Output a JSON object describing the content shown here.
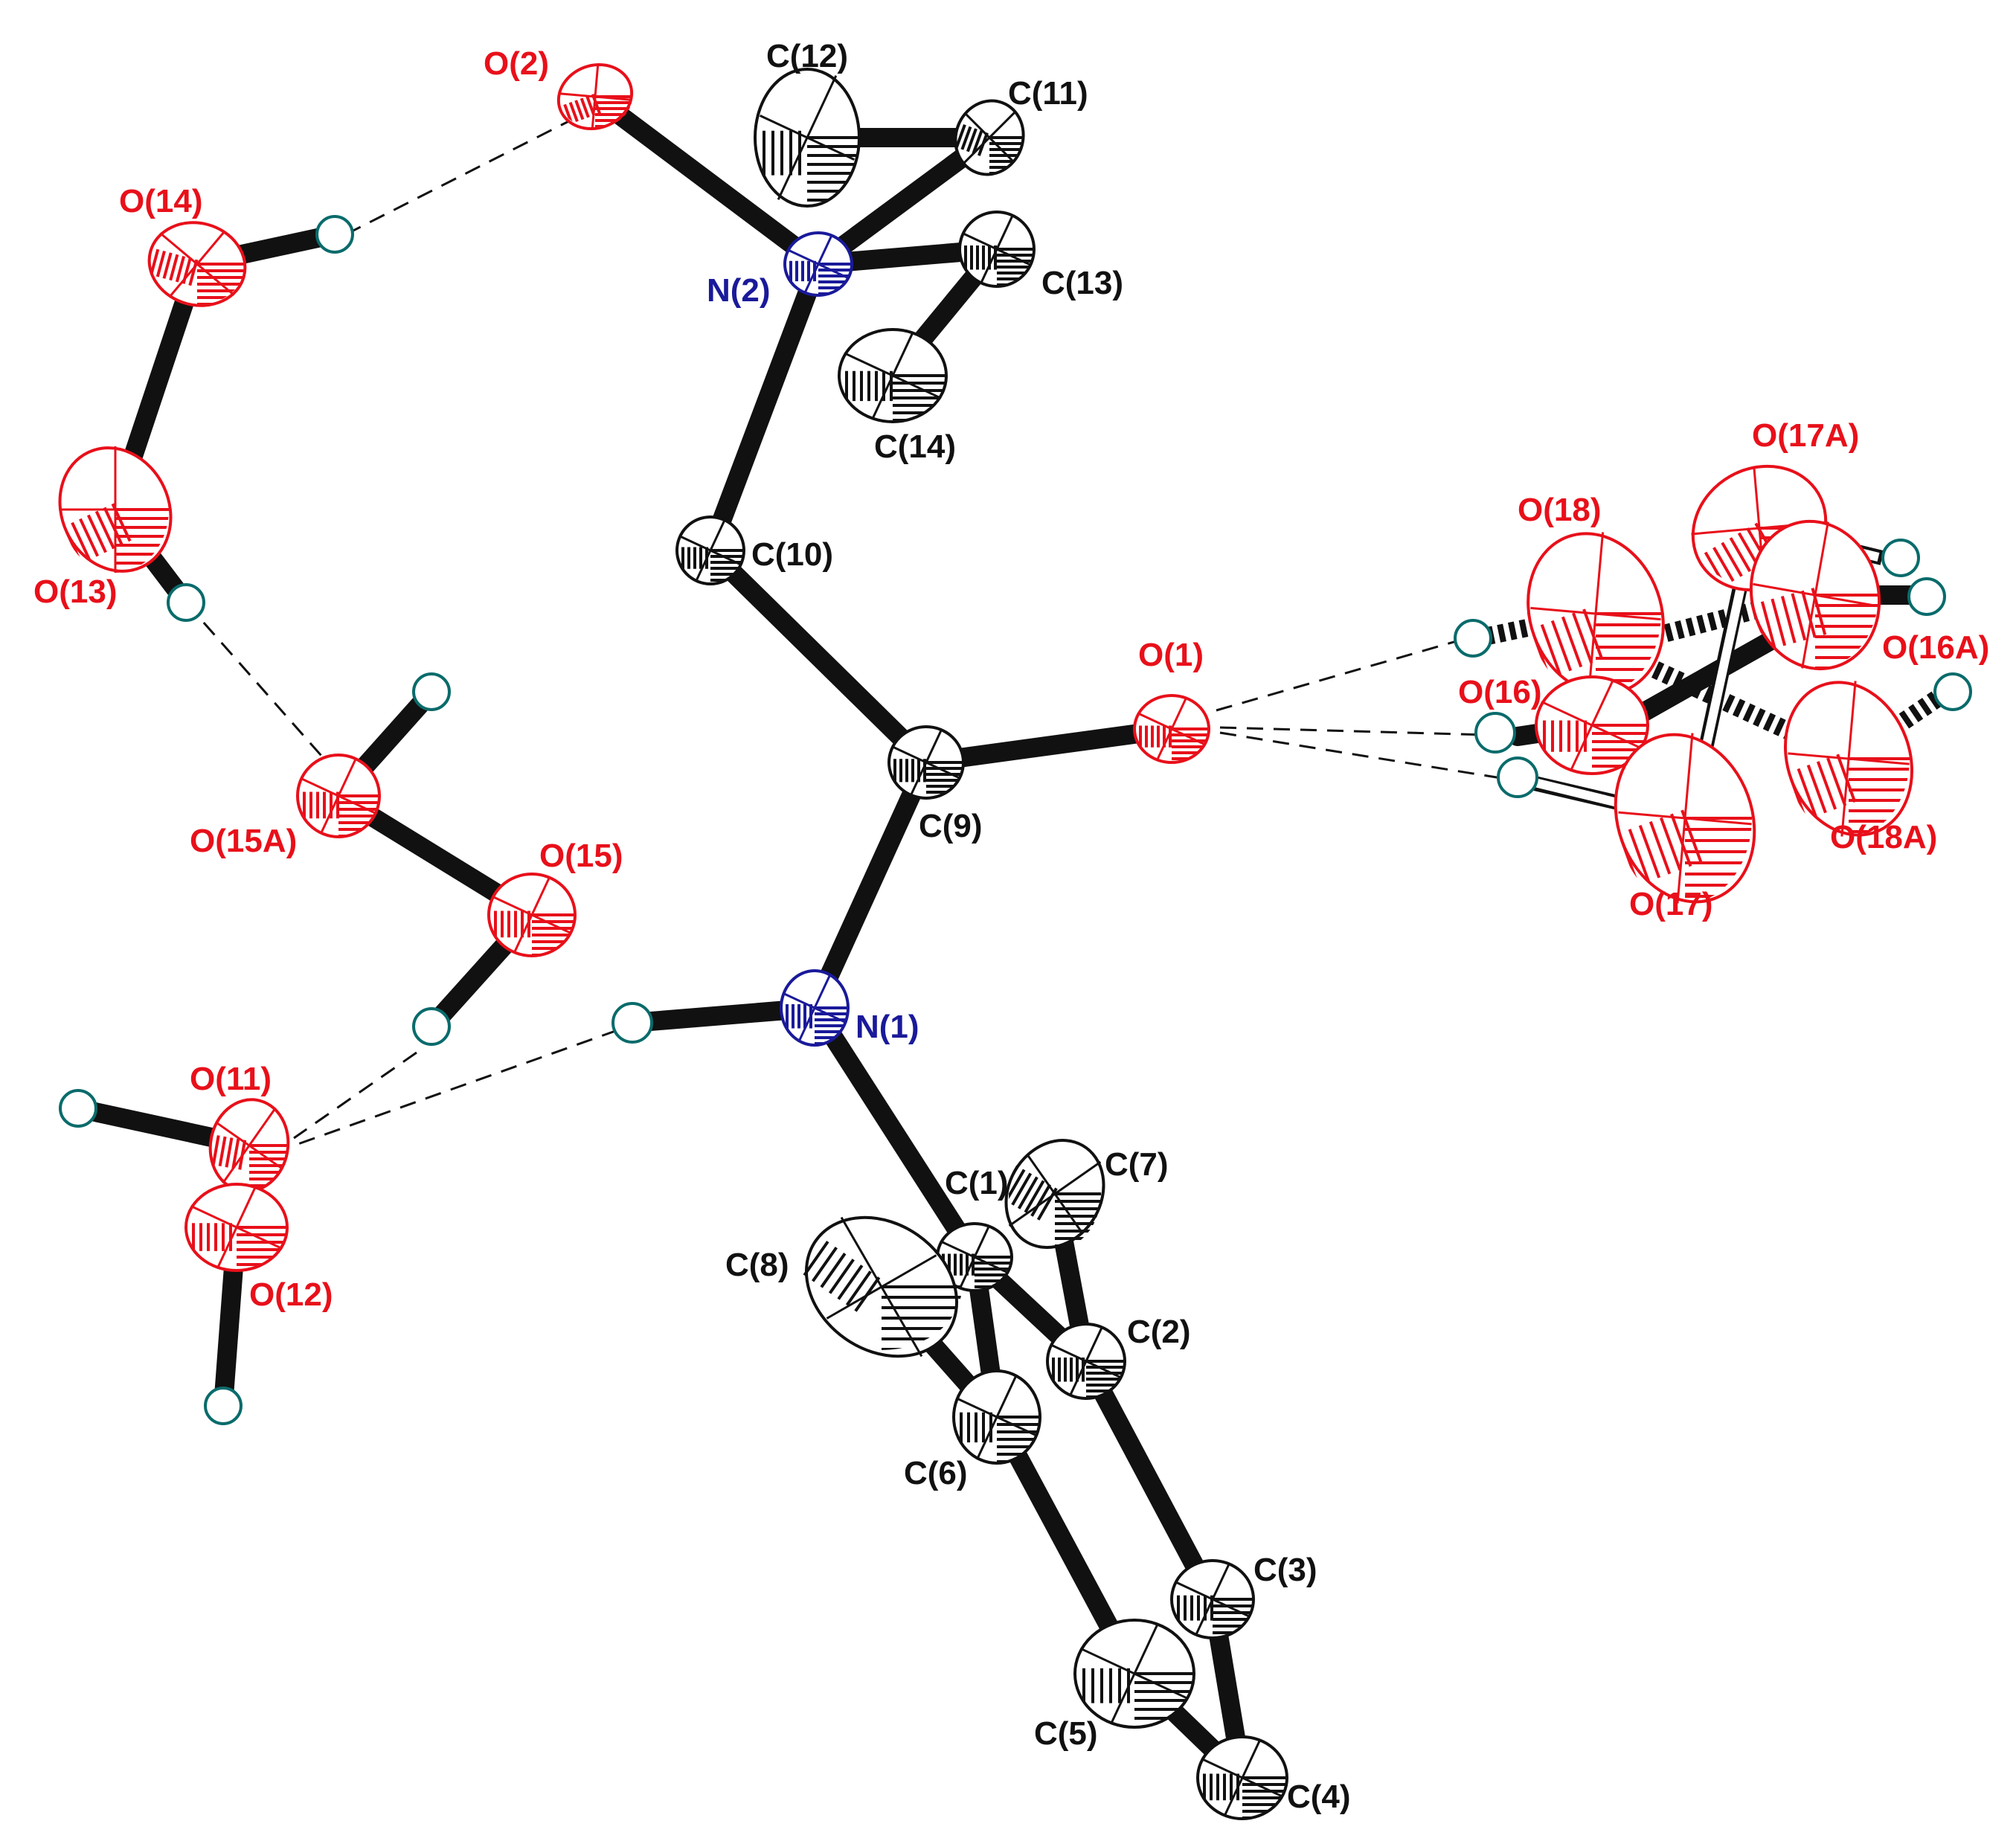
{
  "colors": {
    "O": "#e8101a",
    "N": "#1a1a9a",
    "C": "#111111",
    "H": "#0a6b6b"
  },
  "atoms": [
    {
      "id": "O2",
      "label": "O(2)",
      "element": "O"
    },
    {
      "id": "O14",
      "label": "O(14)",
      "element": "O"
    },
    {
      "id": "O13",
      "label": "O(13)",
      "element": "O"
    },
    {
      "id": "C12",
      "label": "C(12)",
      "element": "C"
    },
    {
      "id": "C11",
      "label": "C(11)",
      "element": "C"
    },
    {
      "id": "N2",
      "label": "N(2)",
      "element": "N"
    },
    {
      "id": "C13",
      "label": "C(13)",
      "element": "C"
    },
    {
      "id": "C14",
      "label": "C(14)",
      "element": "C"
    },
    {
      "id": "C10",
      "label": "C(10)",
      "element": "C"
    },
    {
      "id": "O15A",
      "label": "O(15A)",
      "element": "O"
    },
    {
      "id": "O15",
      "label": "O(15)",
      "element": "O"
    },
    {
      "id": "C9",
      "label": "C(9)",
      "element": "C"
    },
    {
      "id": "O1",
      "label": "O(1)",
      "element": "O"
    },
    {
      "id": "N1",
      "label": "N(1)",
      "element": "N"
    },
    {
      "id": "O11",
      "label": "O(11)",
      "element": "O"
    },
    {
      "id": "O12",
      "label": "O(12)",
      "element": "O"
    },
    {
      "id": "C1",
      "label": "C(1)",
      "element": "C"
    },
    {
      "id": "C7",
      "label": "C(7)",
      "element": "C"
    },
    {
      "id": "C8",
      "label": "C(8)",
      "element": "C"
    },
    {
      "id": "C2",
      "label": "C(2)",
      "element": "C"
    },
    {
      "id": "C6",
      "label": "C(6)",
      "element": "C"
    },
    {
      "id": "C3",
      "label": "C(3)",
      "element": "C"
    },
    {
      "id": "C5",
      "label": "C(5)",
      "element": "C"
    },
    {
      "id": "C4",
      "label": "C(4)",
      "element": "C"
    },
    {
      "id": "O18",
      "label": "O(18)",
      "element": "O"
    },
    {
      "id": "O17A",
      "label": "O(17A)",
      "element": "O"
    },
    {
      "id": "O16",
      "label": "O(16)",
      "element": "O"
    },
    {
      "id": "O16A",
      "label": "O(16A)",
      "element": "O"
    },
    {
      "id": "O17",
      "label": "O(17)",
      "element": "O"
    },
    {
      "id": "O18A",
      "label": "O(18A)",
      "element": "O"
    }
  ]
}
